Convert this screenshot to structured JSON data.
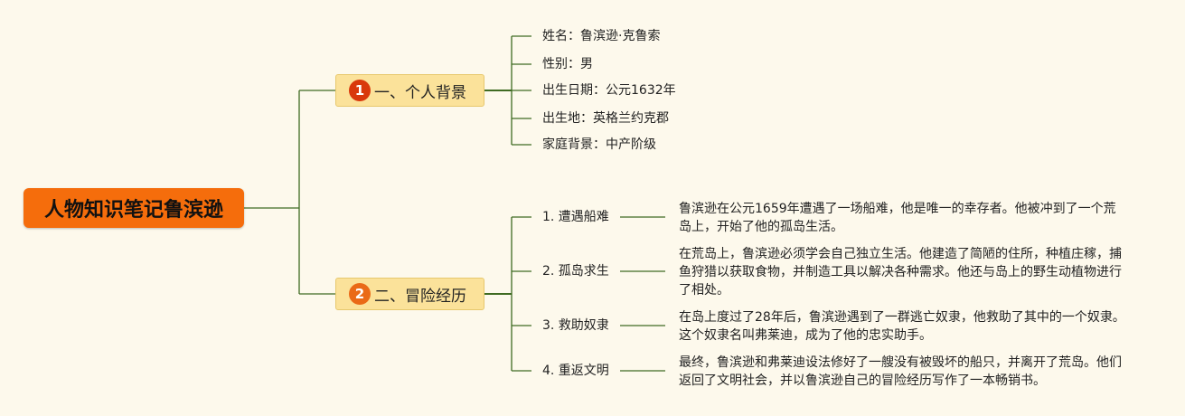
{
  "root": {
    "title": "人物知识笔记鲁滨逊"
  },
  "branches": [
    {
      "badge": "1",
      "badge_color": "#d9380b",
      "title": "一、个人背景",
      "items": [
        {
          "label": "姓名：鲁滨逊·克鲁索"
        },
        {
          "label": "性别：男"
        },
        {
          "label": "出生日期：公元1632年"
        },
        {
          "label": "出生地：英格兰约克郡"
        },
        {
          "label": "家庭背景：中产阶级"
        }
      ]
    },
    {
      "badge": "2",
      "badge_color": "#ea6a17",
      "title": "二、冒险经历",
      "items": [
        {
          "label": "1. 遭遇船难",
          "detail": "鲁滨逊在公元1659年遭遇了一场船难，他是唯一的幸存者。他被冲到了一个荒岛上，开始了他的孤岛生活。"
        },
        {
          "label": "2. 孤岛求生",
          "detail": "在荒岛上，鲁滨逊必须学会自己独立生活。他建造了简陋的住所，种植庄稼，捕鱼狩猎以获取食物，并制造工具以解决各种需求。他还与岛上的野生动植物进行了相处。"
        },
        {
          "label": "3. 救助奴隶",
          "detail": "在岛上度过了28年后，鲁滨逊遇到了一群逃亡奴隶，他救助了其中的一个奴隶。这个奴隶名叫弗莱迪，成为了他的忠实助手。"
        },
        {
          "label": "4. 重返文明",
          "detail": "最终，鲁滨逊和弗莱迪设法修好了一艘没有被毁坏的船只，并离开了荒岛。他们返回了文明社会，并以鲁滨逊自己的冒险经历写作了一本畅销书。"
        }
      ]
    }
  ],
  "colors": {
    "line": "#3f6b22",
    "root_fill": "#f56d0c",
    "branch_fill": "#fbe29a"
  }
}
